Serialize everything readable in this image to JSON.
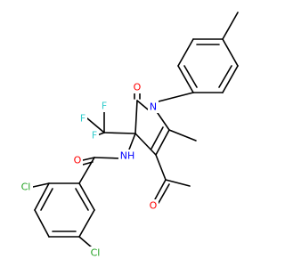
{
  "colors": {
    "carbon_bond": "#000000",
    "O": "#ff0000",
    "N": "#0000ff",
    "F": "#33cccc",
    "Cl": "#1fa01f"
  },
  "atoms": {
    "o_lactam": "O",
    "n_ring": "N",
    "f_top": "F",
    "f_left": "F",
    "f_bottom": "F",
    "nh_amide": "NH",
    "o_acetyl": "O",
    "o_amide": "O",
    "cl_ortho": "Cl",
    "cl_para": "Cl"
  }
}
